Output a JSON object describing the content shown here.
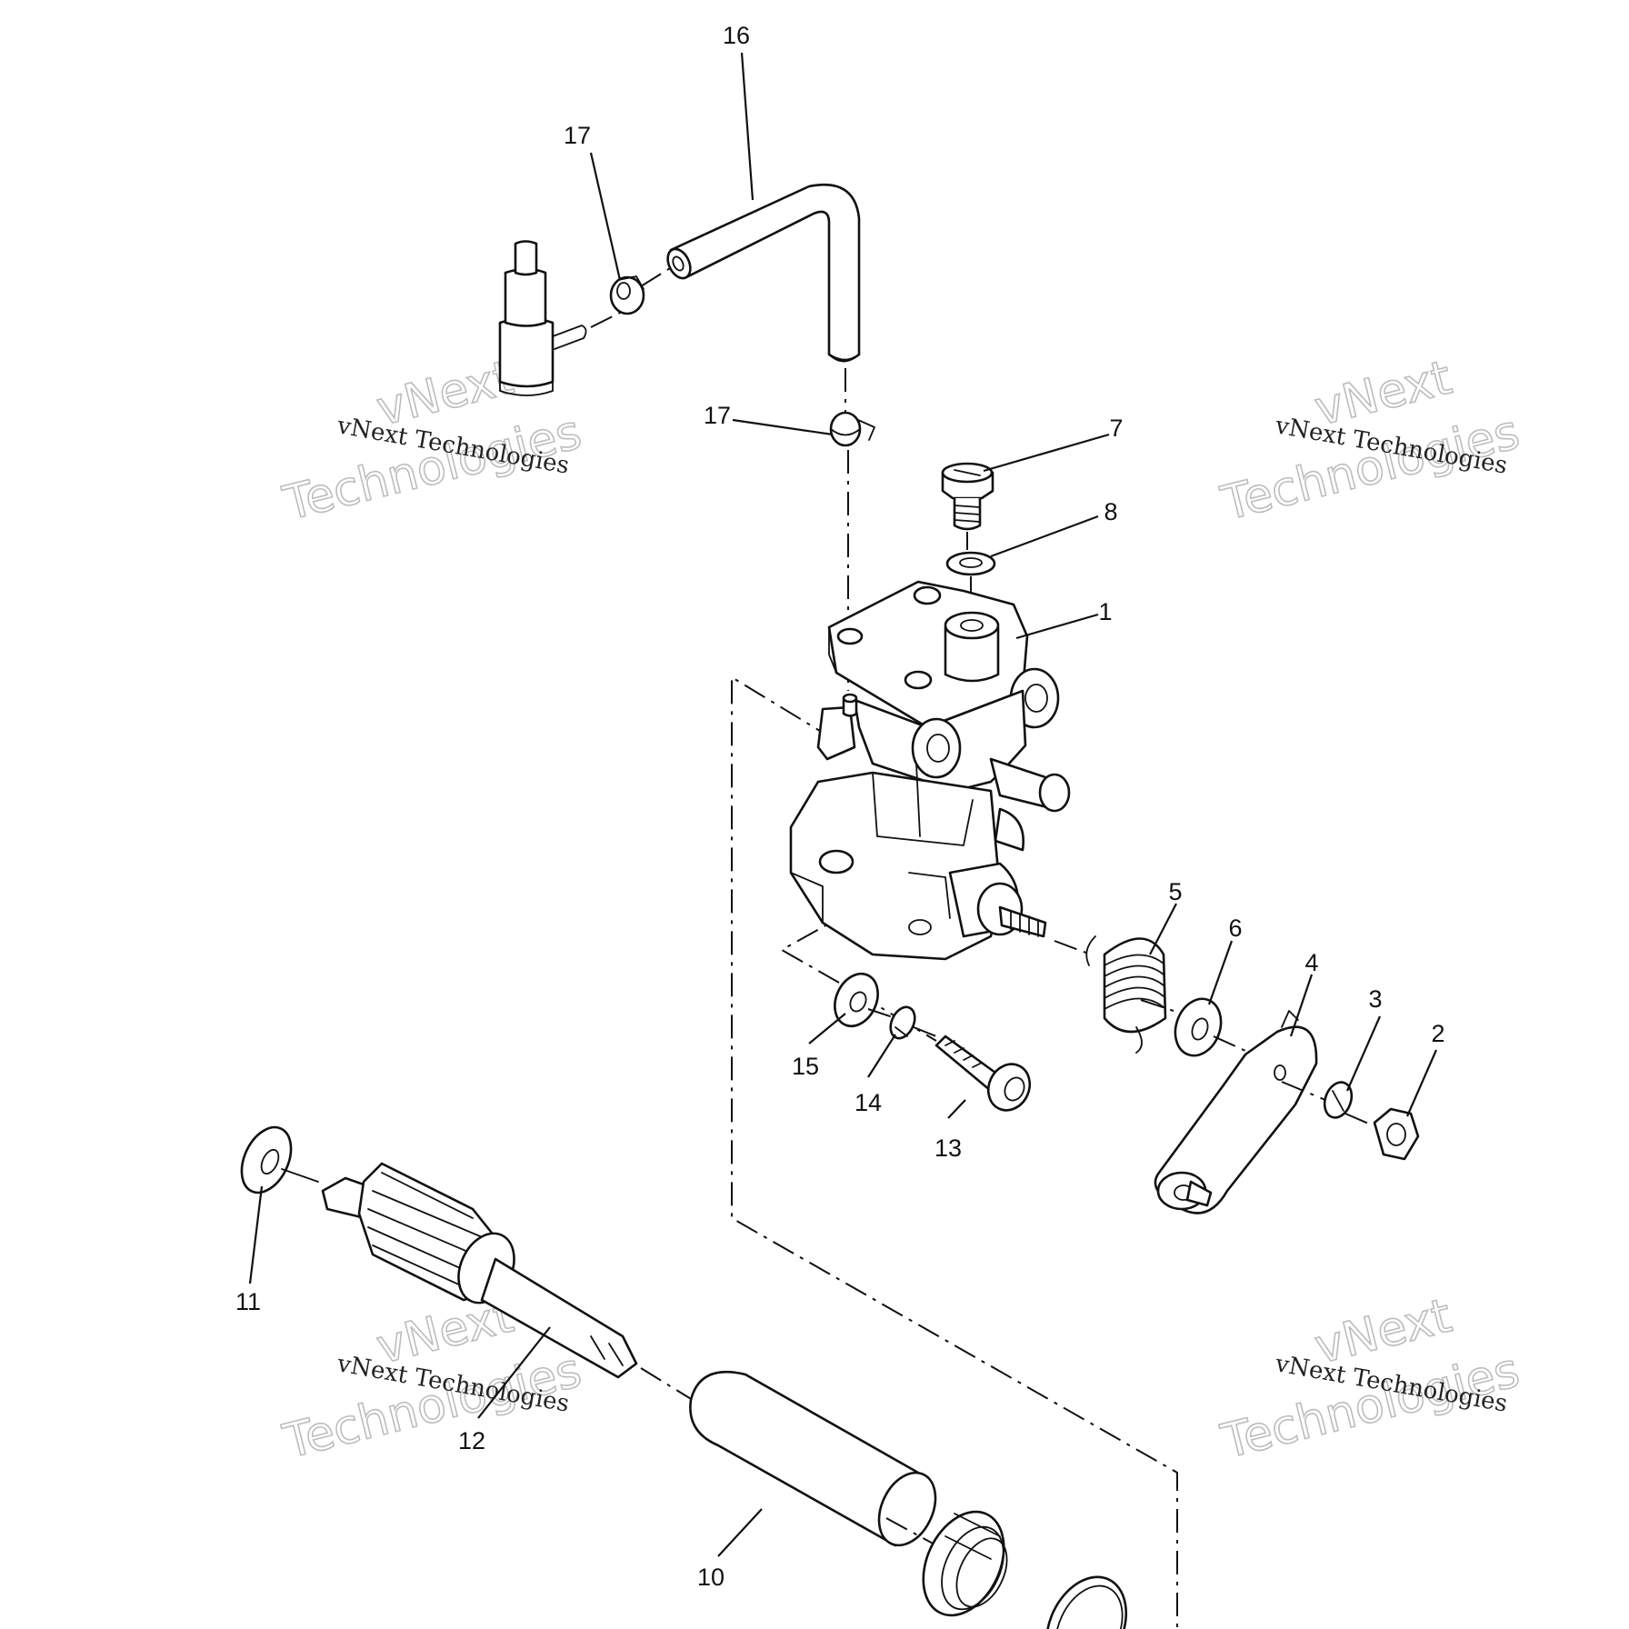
{
  "diagram": {
    "callouts": [
      "1",
      "2",
      "3",
      "4",
      "5",
      "6",
      "7",
      "8",
      "10",
      "11",
      "12",
      "13",
      "14",
      "15",
      "16",
      "17",
      "17"
    ],
    "watermark": {
      "line": "vNext Technologies",
      "big_top": "vNext",
      "big_bottom": "Technologies"
    }
  }
}
